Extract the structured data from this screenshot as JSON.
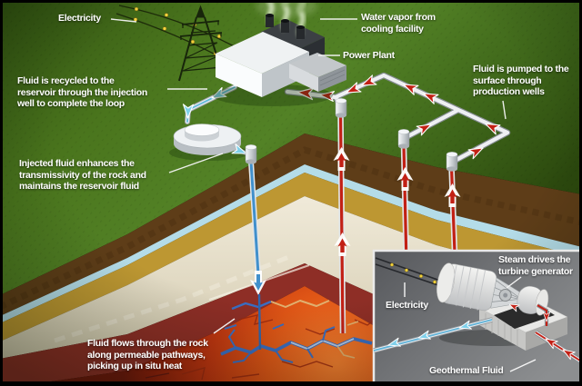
{
  "labels": {
    "electricity": "Electricity",
    "water_vapor": [
      "Water vapor from",
      "cooling facility"
    ],
    "power_plant": "Power Plant",
    "fluid_pumped": [
      "Fluid is pumped to the",
      "surface through",
      "production wells"
    ],
    "fluid_recycled": [
      "Fluid is recycled to the",
      "reservoir through the injection",
      "well to complete the loop"
    ],
    "injected_fluid": [
      "Injected fluid enhances the",
      "transmissivity of the rock and",
      "maintains the reservoir fluid"
    ],
    "fluid_flows": [
      "Fluid flows through the rock",
      "along permeable pathways,",
      "picking up in situ heat"
    ]
  },
  "inset": {
    "electricity": "Electricity",
    "steam_drives": [
      "Steam drives the",
      "turbine generator"
    ],
    "geothermal_fluid": "Geothermal Fluid"
  },
  "colors": {
    "hot_fluid_red": "#c22015",
    "cold_fluid_cyan": "#7fd0ea",
    "injection_blue": "#4190cc",
    "electricity_yellow": "#f2d23c",
    "grass_green": "#4a751d",
    "hot_rock_orange": "#d84a12"
  }
}
